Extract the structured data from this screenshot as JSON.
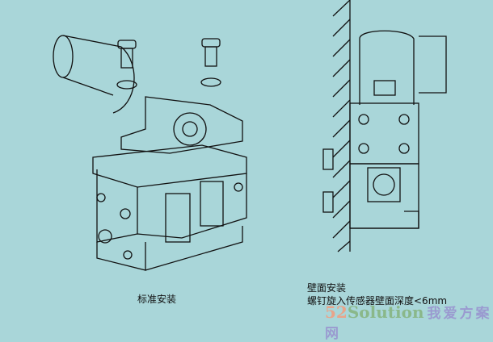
{
  "captions": {
    "standard": "标准安装",
    "wall_title": "壁面安装",
    "wall_note": "螺钉旋入传感器壁面深度<6mm"
  },
  "watermark": {
    "number": "52",
    "brand": "Solution",
    "chinese": "我爱方案网"
  },
  "colors": {
    "background": "#a9d6d9",
    "line": "#111111"
  }
}
